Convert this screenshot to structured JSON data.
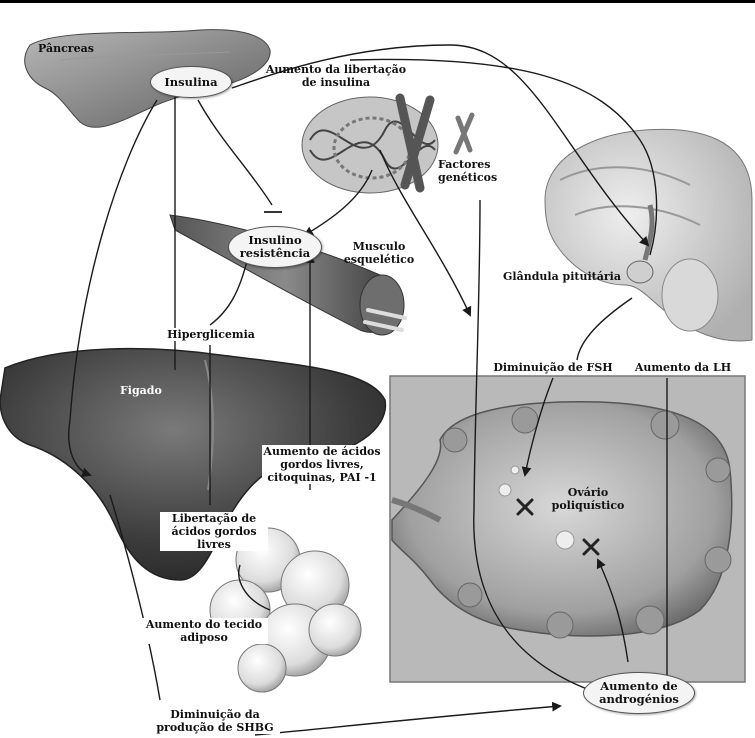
{
  "labels": {
    "pancreas": "Pâncreas",
    "insulina": "Insulina",
    "aumento_libertacao": "Aumento da libertação\nde insulina",
    "factores_geneticos": "Factores\ngenéticos",
    "insulino_resistencia": "Insulino\nresistência",
    "musculo": "Musculo\nesquelético",
    "glandula": "Glândula pituitária",
    "hiperglicemia": "Hiperglicemia",
    "figado": "Figado",
    "diminuicao_fsh": "Diminuição de FSH",
    "aumento_lh": "Aumento da LH",
    "acidos_gordos": "Aumento de ácidos\ngordos livres,\ncitoquinas, PAI -1",
    "ovario": "Ovário\npoliquístico",
    "libertacao_acidos": "Libertação de\nácidos gordos\nlivres",
    "tecido_adiposo": "Aumento do tecido\nadiposo",
    "aumento_androgenios": "Aumento de\nandrogénios",
    "diminuicao_shbg": "Diminuição da\nprodução de SHBG"
  },
  "colors": {
    "organ_dark": "#3a3a3a",
    "organ_mid": "#8a8a8a",
    "organ_light": "#d2d2d2",
    "arrow": "#1a1a1a",
    "panel": "#b9b9b9"
  }
}
